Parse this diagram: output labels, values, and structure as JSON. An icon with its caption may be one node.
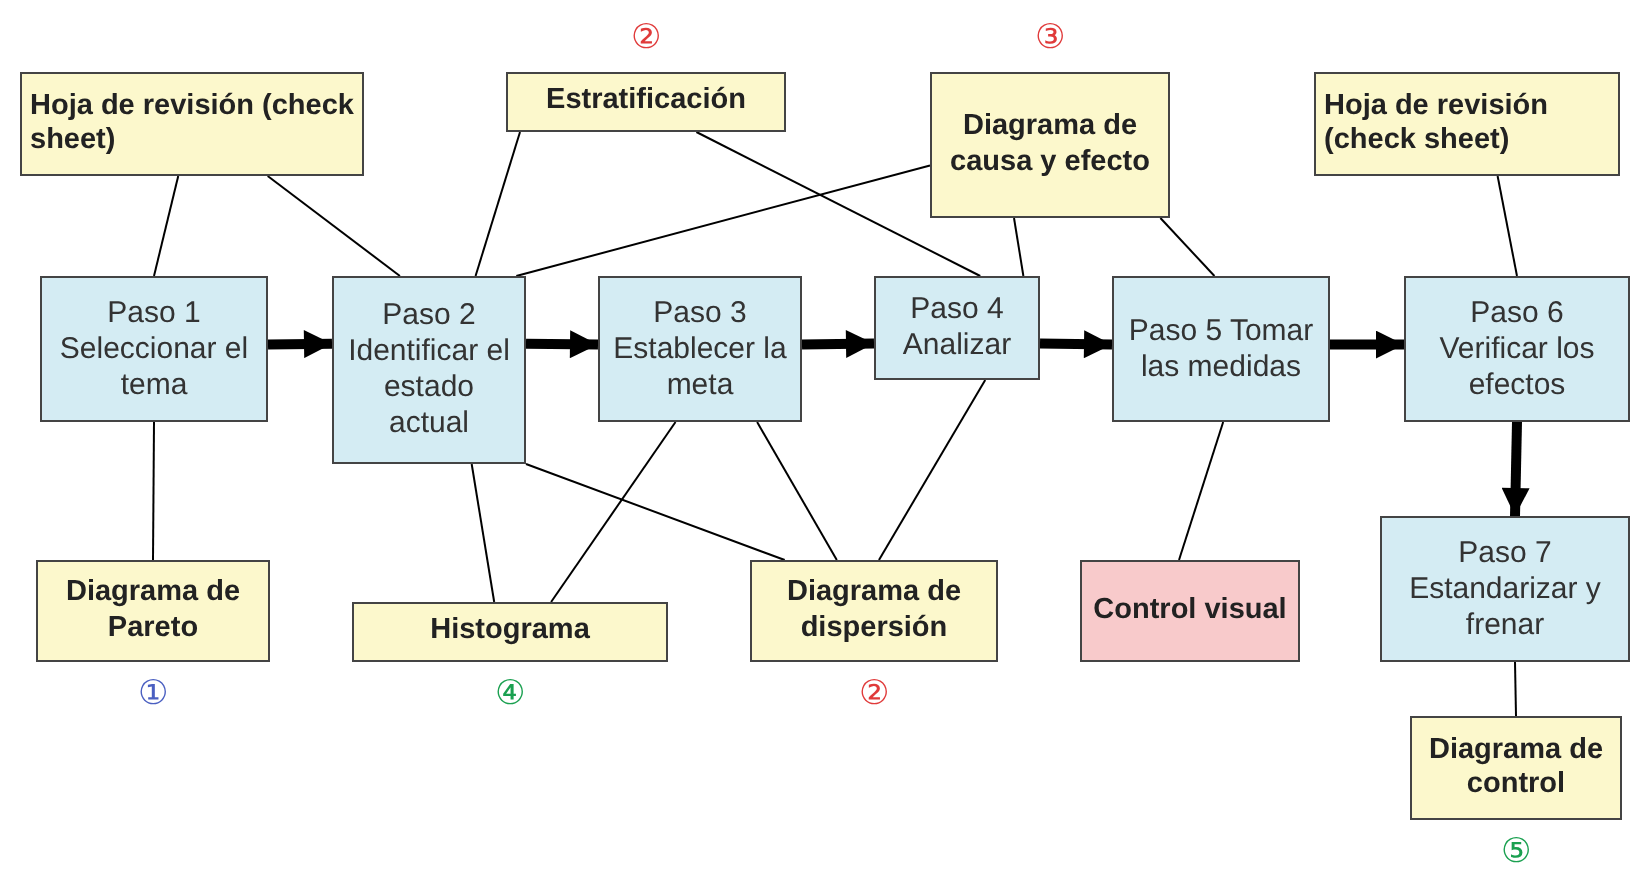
{
  "diagram": {
    "nodes": [
      {
        "text": [
          "Hoja de revisión (check sheet)"
        ]
      },
      {
        "text": [
          "Estratificación"
        ],
        "beside": [
          "②"
        ]
      },
      {
        "text": [
          "Diagrama de causa y efecto"
        ],
        "beside": [
          "③"
        ]
      },
      {
        "text": [
          "Hoja de revisión (check sheet)"
        ]
      },
      {
        "text": [
          "Paso 1 Seleccionar el tema"
        ]
      },
      {
        "text": [
          "Paso 2 Identificar el estado actual"
        ]
      },
      {
        "text": [
          "Paso 3 Establecer la meta"
        ]
      },
      {
        "text": [
          "Paso 4 Analizar"
        ]
      },
      {
        "text": [
          "Paso 5 Tomar las medidas"
        ]
      },
      {
        "text": [
          "Paso 6 Verificar los efectos"
        ]
      },
      {
        "text": [
          "Diagrama de Pareto"
        ],
        "beside": [
          "①"
        ]
      },
      {
        "text": [
          "Histograma"
        ],
        "beside": [
          "④"
        ]
      },
      {
        "text": [
          "Diagrama de dispersión"
        ],
        "beside": [
          "②"
        ]
      },
      {
        "text": [
          "Control visual"
        ]
      },
      {
        "text": [
          "Paso 7 Estandarizar y frenar"
        ]
      },
      {
        "text": [
          "Diagrama de control"
        ],
        "beside": [
          "⑤"
        ]
      }
    ],
    "edges": [
      {
        "from": 4,
        "to": 5,
        "arrow": "to",
        "style": "thick"
      },
      {
        "from": 5,
        "to": 6,
        "arrow": "to",
        "style": "thick"
      },
      {
        "from": 6,
        "to": 7,
        "arrow": "to",
        "style": "thick"
      },
      {
        "from": 7,
        "to": 8,
        "arrow": "to",
        "style": "thick"
      },
      {
        "from": 8,
        "to": 9,
        "arrow": "to",
        "style": "thick"
      },
      {
        "from": 9,
        "to": 14,
        "arrow": "to",
        "style": "thick"
      },
      {
        "from": 0,
        "to": 4,
        "arrow": "none"
      },
      {
        "from": 0,
        "to": 5,
        "arrow": "none"
      },
      {
        "from": 1,
        "to": 5,
        "arrow": "none"
      },
      {
        "from": 1,
        "to": 7,
        "arrow": "none"
      },
      {
        "from": 2,
        "to": 5,
        "arrow": "none"
      },
      {
        "from": 2,
        "to": 7,
        "arrow": "none"
      },
      {
        "from": 2,
        "to": 8,
        "arrow": "none"
      },
      {
        "from": 3,
        "to": 9,
        "arrow": "none"
      },
      {
        "from": 4,
        "to": 10,
        "arrow": "none"
      },
      {
        "from": 5,
        "to": 11,
        "arrow": "none"
      },
      {
        "from": 5,
        "to": 12,
        "arrow": "none"
      },
      {
        "from": 6,
        "to": 11,
        "arrow": "none"
      },
      {
        "from": 6,
        "to": 12,
        "arrow": "none"
      },
      {
        "from": 7,
        "to": 12,
        "arrow": "none"
      },
      {
        "from": 8,
        "to": 13,
        "arrow": "none"
      },
      {
        "from": 14,
        "to": 15,
        "arrow": "none"
      }
    ]
  }
}
